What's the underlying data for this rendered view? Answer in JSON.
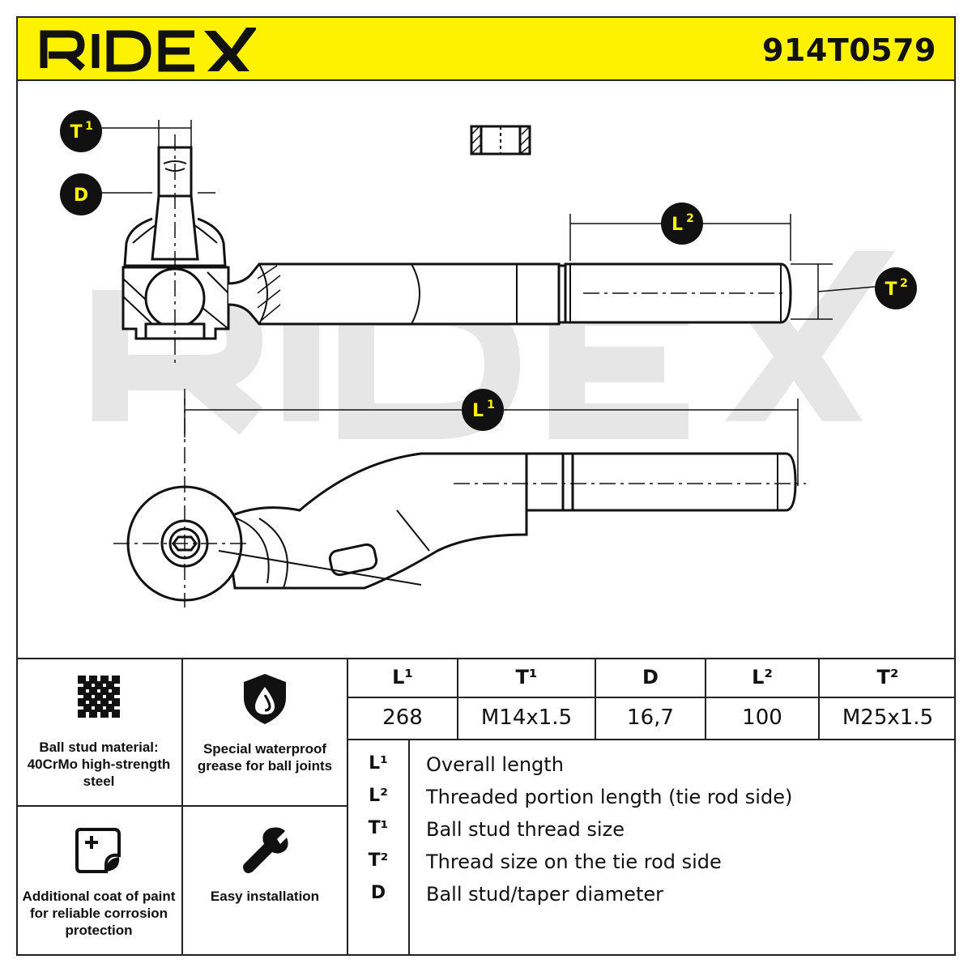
{
  "brand": {
    "logo_text": "RIDEX",
    "accent_color": "#FFF200"
  },
  "part_number": "914T0579",
  "watermark_text": "RIDEX",
  "drawing": {
    "labels": {
      "T1": {
        "main": "T",
        "sup": "1"
      },
      "D": {
        "main": "D",
        "sup": ""
      },
      "L2": {
        "main": "L",
        "sup": "2"
      },
      "T2": {
        "main": "T",
        "sup": "2"
      },
      "L1": {
        "main": "L",
        "sup": "1"
      }
    }
  },
  "features": [
    {
      "icon": "grid-pattern-icon",
      "text": "Ball stud material: 40CrMo high-strength steel"
    },
    {
      "icon": "grease-drop-shield-icon",
      "text": "Special waterproof grease for ball joints"
    },
    {
      "icon": "paint-coat-icon",
      "text": "Additional coat of paint for reliable corrosion protection"
    },
    {
      "icon": "wrench-icon",
      "text": "Easy installation"
    }
  ],
  "specs": {
    "headers": [
      "L¹",
      "T¹",
      "D",
      "L²",
      "T²"
    ],
    "values": [
      "268",
      "M14x1.5",
      "16,7",
      "100",
      "M25x1.5"
    ]
  },
  "legend": [
    {
      "key": "L¹",
      "definition": "Overall length"
    },
    {
      "key": "L²",
      "definition": "Threaded portion length (tie rod side)"
    },
    {
      "key": "T¹",
      "definition": "Ball stud thread size"
    },
    {
      "key": "T²",
      "definition": "Thread size on the tie rod side"
    },
    {
      "key": "D",
      "definition": "Ball stud/taper diameter"
    }
  ]
}
